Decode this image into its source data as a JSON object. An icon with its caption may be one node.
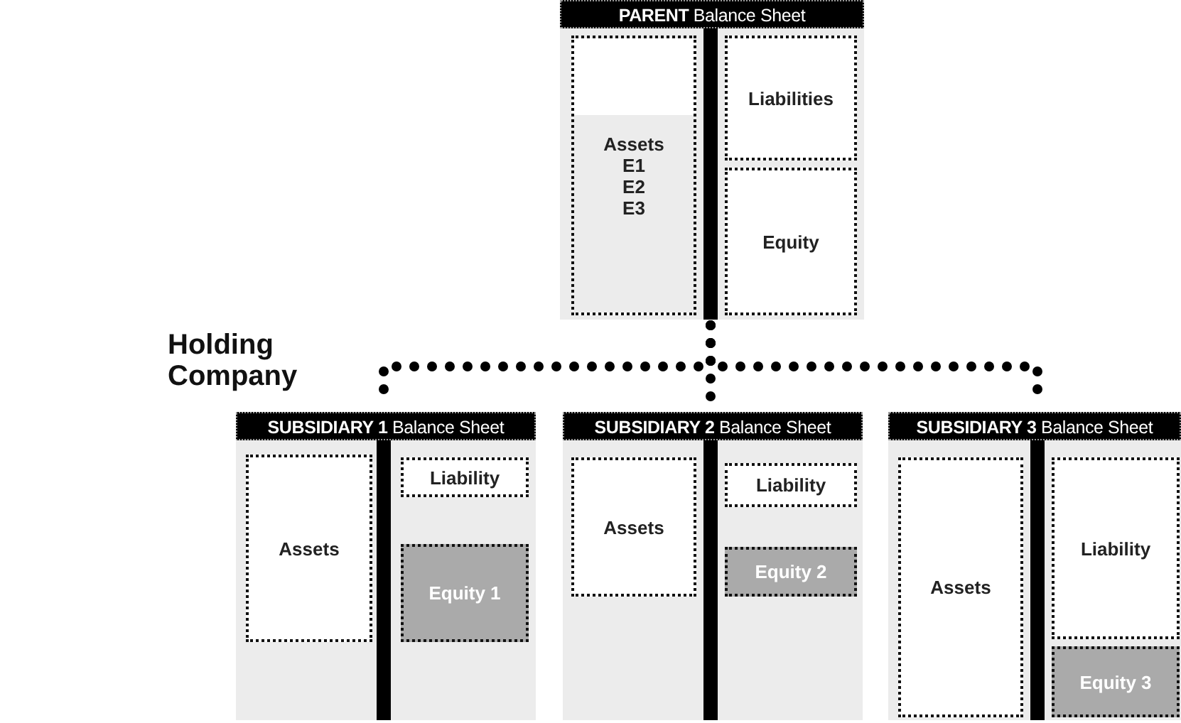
{
  "diagram": {
    "nodes": [
      {
        "text": [
          "**PARENT** Balance Sheet"
        ]
      },
      {
        "text": [
          "Assets",
          "E1",
          "E2",
          "E3"
        ],
        "in": 0
      },
      {
        "text": [
          "Liabilities"
        ],
        "in": 0
      },
      {
        "text": [
          "Equity"
        ],
        "in": 0
      },
      {
        "text": [
          "**SUBSIDIARY 1** Balance Sheet"
        ]
      },
      {
        "text": [
          "Assets"
        ],
        "in": 4
      },
      {
        "text": [
          "Liability"
        ],
        "in": 4
      },
      {
        "text": [
          "Equity 1"
        ],
        "in": 4
      },
      {
        "text": [
          "**SUBSIDIARY 2** Balance Sheet"
        ]
      },
      {
        "text": [
          "Assets"
        ],
        "in": 8
      },
      {
        "text": [
          "Liability"
        ],
        "in": 8
      },
      {
        "text": [
          "Equity 2"
        ],
        "in": 8
      },
      {
        "text": [
          "**SUBSIDIARY 3** Balance Sheet"
        ]
      },
      {
        "text": [
          "Assets"
        ],
        "in": 12
      },
      {
        "text": [
          "Liability"
        ],
        "in": 12
      },
      {
        "text": [
          "Equity 3"
        ],
        "in": 12
      }
    ],
    "edges": [
      {
        "from": 0,
        "to": 4,
        "arrow": "none"
      },
      {
        "from": 0,
        "to": 8,
        "arrow": "none"
      },
      {
        "from": 0,
        "to": 12,
        "arrow": "none"
      }
    ],
    "labels": [
      "Holding Company"
    ]
  }
}
